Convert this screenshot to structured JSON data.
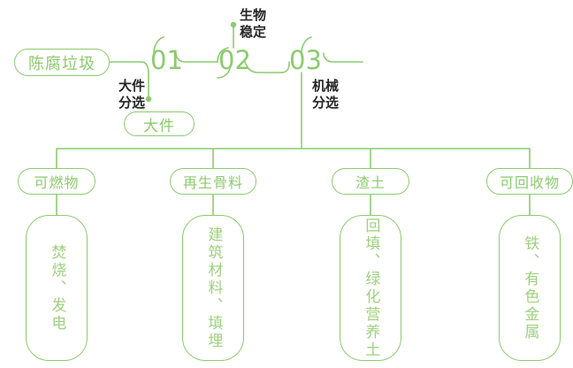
{
  "theme": {
    "line_color": "#8ccb6e",
    "text_green": "#9ed17f",
    "caption_color": "#262626",
    "background": "#ffffff"
  },
  "diagram": {
    "type": "process-flow",
    "title_node": "陈腐垃圾",
    "stages": [
      {
        "number": "01",
        "caption": "大件\n分选",
        "output": "大件"
      },
      {
        "number": "02",
        "caption": "生物\n稳定",
        "output": ""
      },
      {
        "number": "03",
        "caption": "机械\n分选",
        "output": ""
      }
    ],
    "branch_labels": [
      "可燃物",
      "再生骨料",
      "渣土",
      "可回收物"
    ],
    "branch_uses": [
      "焚烧、发电",
      "建筑材料、填埋",
      "回填、绿化营养土",
      "铁、有色金属"
    ]
  }
}
